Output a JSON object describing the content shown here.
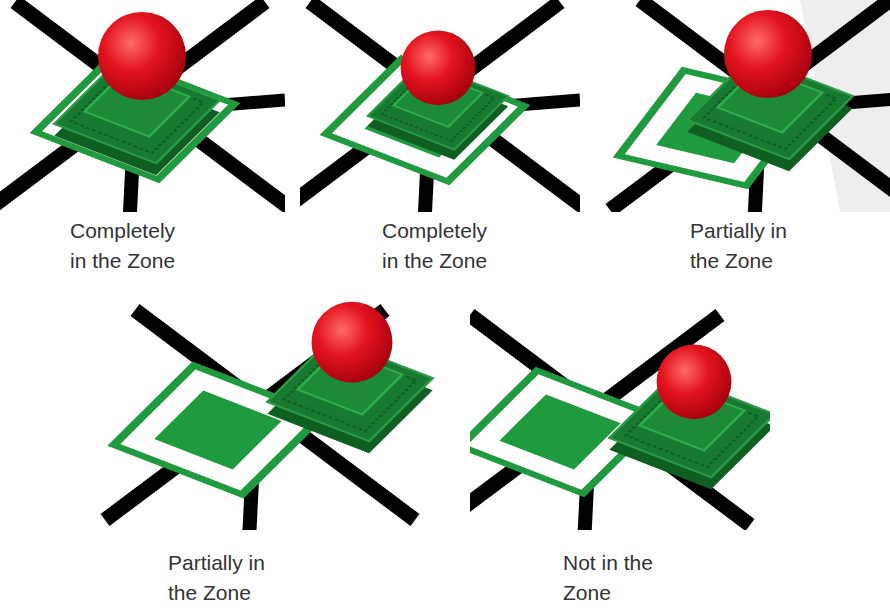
{
  "diagram": {
    "labels": [
      "Completely in the Zone",
      "Completely in the Zone",
      "Partially in the Zone",
      "Partially in the Zone",
      "Not in the Zone"
    ]
  }
}
